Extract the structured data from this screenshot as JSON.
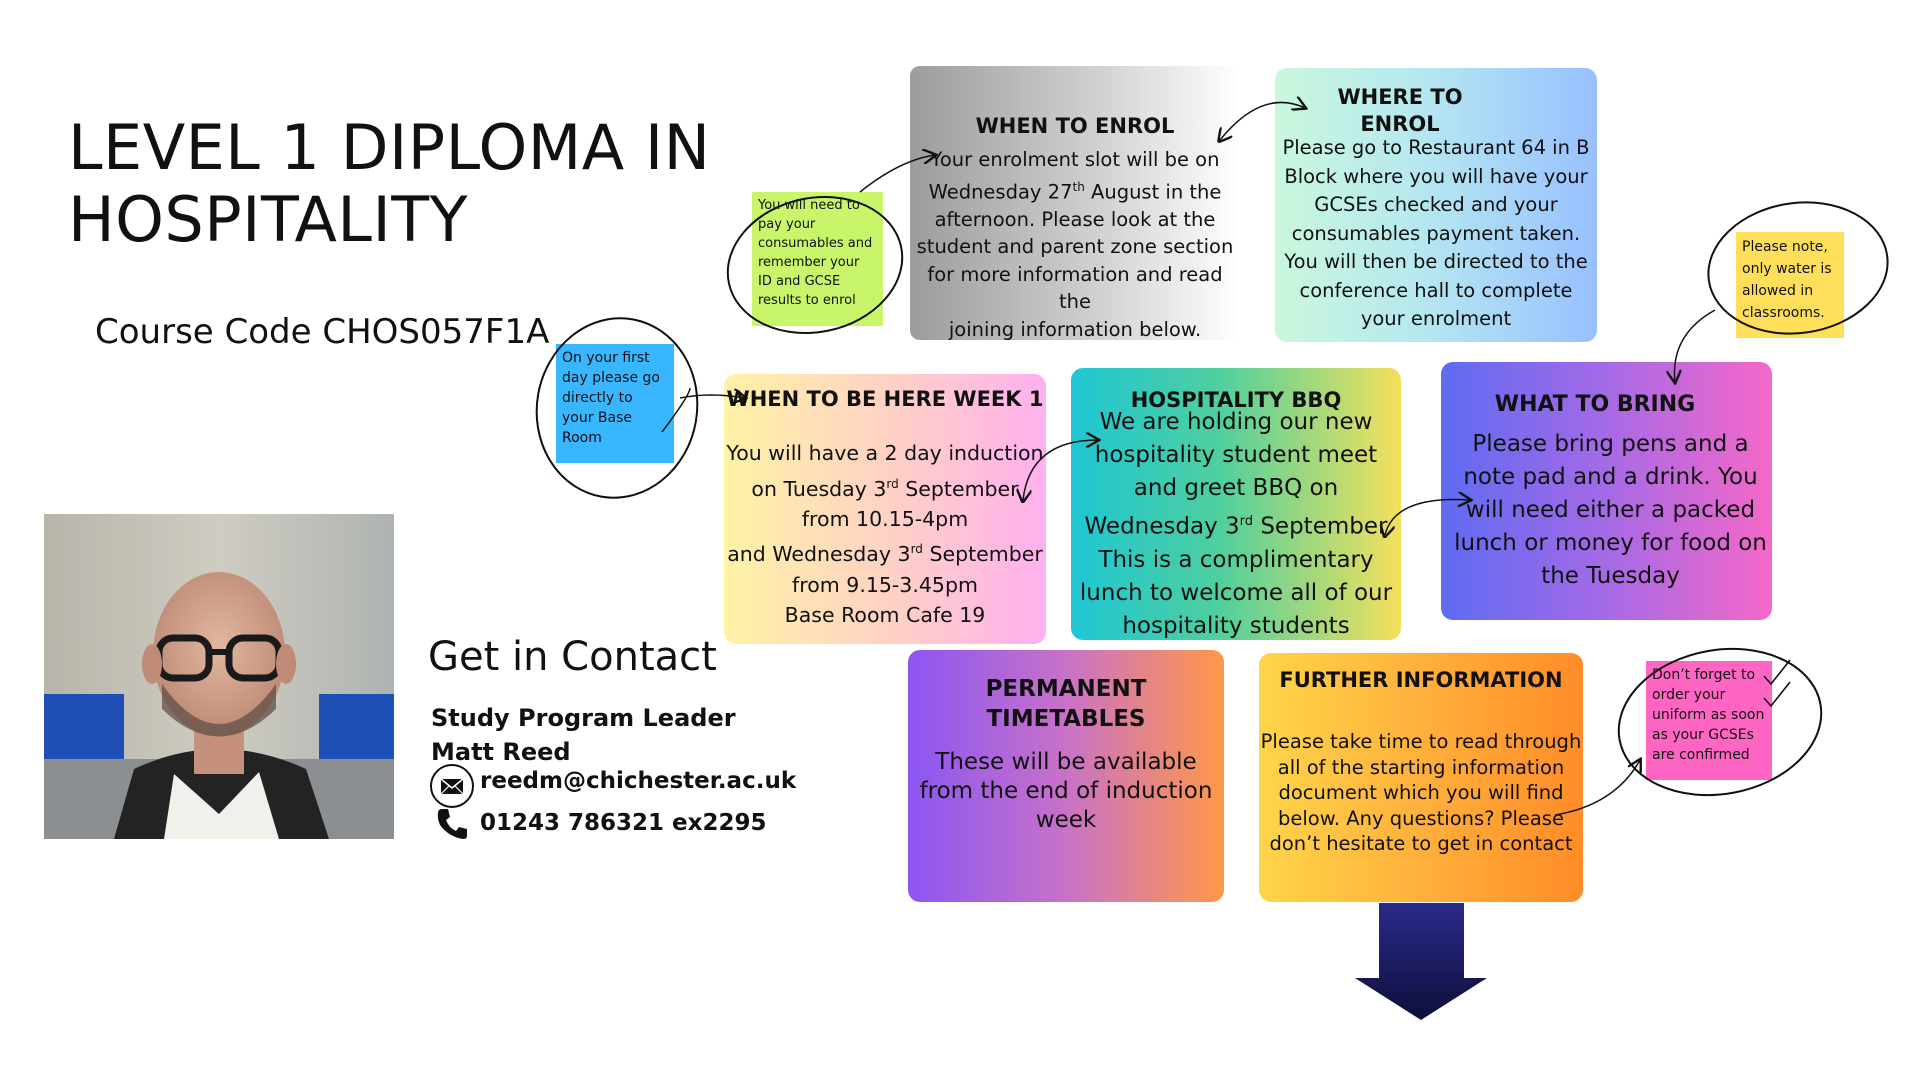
{
  "header": {
    "title_line1": "LEVEL 1 DIPLOMA IN",
    "title_line2": "HOSPITALITY",
    "course_code": "Course Code CHOS057F1A"
  },
  "contact": {
    "heading": "Get in Contact",
    "role": "Study Program Leader",
    "name": "Matt Reed",
    "email": "reedm@chichester.ac.uk",
    "phone": "01243 786321 ex2295",
    "icons": [
      "envelope-icon",
      "phone-icon"
    ]
  },
  "cards": {
    "when_to_enrol": {
      "title": "WHEN TO ENROL",
      "body_a": "Your enrolment slot will be on",
      "body_b1": "Wednesday 27",
      "body_b_sup": "th",
      "body_b2": " August in the",
      "body_c": "afternoon. Please look at the",
      "body_d": "student and parent zone section",
      "body_e": "for more information and read the",
      "body_f": "joining information below."
    },
    "where_to_enrol": {
      "title": "WHERE TO ENROL",
      "body": "Please go to Restaurant 64 in B Block where you will have your GCSEs checked and your consumables payment taken. You will then be directed to the conference hall to complete your enrolment"
    },
    "when_to_be_here": {
      "title": "WHEN TO BE HERE WEEK 1",
      "line1": "You will have a 2 day induction",
      "line2a": "on Tuesday 3",
      "line2_sup": "rd",
      "line2b": " September",
      "line3": "from 10.15-4pm",
      "line4a": "and Wednesday 3",
      "line4_sup": "rd",
      "line4b": " September",
      "line5": "from 9.15-3.45pm",
      "line6": "Base Room Cafe 19"
    },
    "hospitality_bbq": {
      "title": "HOSPITALITY BBQ",
      "line1": "We are holding our new",
      "line2": "hospitality student meet",
      "line3": "and greet BBQ on",
      "line4a": "Wednesday 3",
      "line4_sup": "rd",
      "line4b": " September",
      "line5": "This is a complimentary",
      "line6": "lunch to welcome all of our",
      "line7": "hospitality students"
    },
    "what_to_bring": {
      "title": "WHAT TO BRING",
      "body": "Please bring pens and a note pad and a drink. You will need either a packed lunch or money for food on the Tuesday"
    },
    "permanent_timetables": {
      "title": "PERMANENT TIMETABLES",
      "body": "These will be available from the end of induction week"
    },
    "further_information": {
      "title": "FURTHER INFORMATION",
      "body": "Please take time to read through all of the starting information document which you will find below. Any questions? Please don’t hesitate to get in contact"
    }
  },
  "notes": {
    "green": "You will need to pay your consumables and remember your ID and GCSE results to enrol",
    "blue": "On your first day please go directly to your Base Room",
    "yellow": "Please note, only water is allowed in classrooms.",
    "pink": "Don’t forget to order your uniform as soon as your GCSEs are confirmed"
  },
  "colors": {
    "arrow_down": "#1a1a6e",
    "note_green": "#c8f56a",
    "note_blue": "#38b6ff",
    "note_yellow": "#ffde59",
    "note_pink": "#ff66c4"
  }
}
